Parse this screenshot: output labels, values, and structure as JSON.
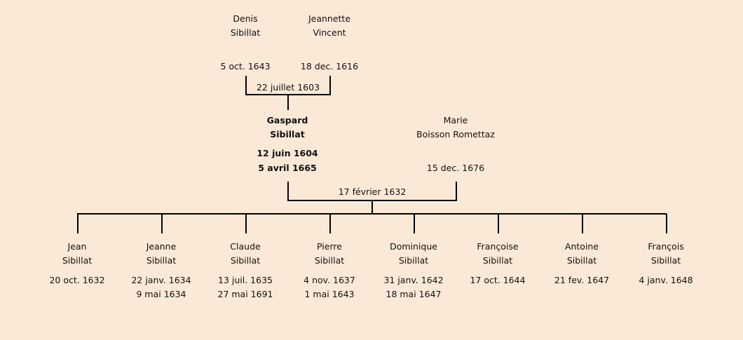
{
  "grandparents": {
    "father": {
      "first": "Denis",
      "last": "Sibillat",
      "date": "5 oct. 1643"
    },
    "mother": {
      "first": "Jeannette",
      "last": "Vincent",
      "date": "18 dec. 1616"
    },
    "marriage": "22 juillet 1603"
  },
  "subject": {
    "first": "Gaspard",
    "last": "Sibillat",
    "birth": "12 juin 1604",
    "death": "5 avril 1665"
  },
  "spouse": {
    "first": "Marie",
    "last": "Boisson Romettaz",
    "date": "15 dec. 1676"
  },
  "marriage": "17 février 1632",
  "children": [
    {
      "first": "Jean",
      "last": "Sibillat",
      "birth": "20 oct. 1632",
      "death": ""
    },
    {
      "first": "Jeanne",
      "last": "Sibillat",
      "birth": "22 janv. 1634",
      "death": "9 mai 1634"
    },
    {
      "first": "Claude",
      "last": "Sibillat",
      "birth": "13 juil. 1635",
      "death": "27 mai 1691"
    },
    {
      "first": "Pierre",
      "last": "Sibillat",
      "birth": "4 nov. 1637",
      "death": "1 mai 1643"
    },
    {
      "first": "Dominique",
      "last": "Sibillat",
      "birth": "31 janv. 1642",
      "death": "18 mai 1647"
    },
    {
      "first": "Françoise",
      "last": "Sibillat",
      "birth": "17 oct. 1644",
      "death": ""
    },
    {
      "first": "Antoine",
      "last": "Sibillat",
      "birth": "21 fev. 1647",
      "death": ""
    },
    {
      "first": "François",
      "last": "Sibillat",
      "birth": "4 janv. 1648",
      "death": ""
    }
  ],
  "colors": {
    "background": "#fbe9d7",
    "line": "#000000"
  }
}
